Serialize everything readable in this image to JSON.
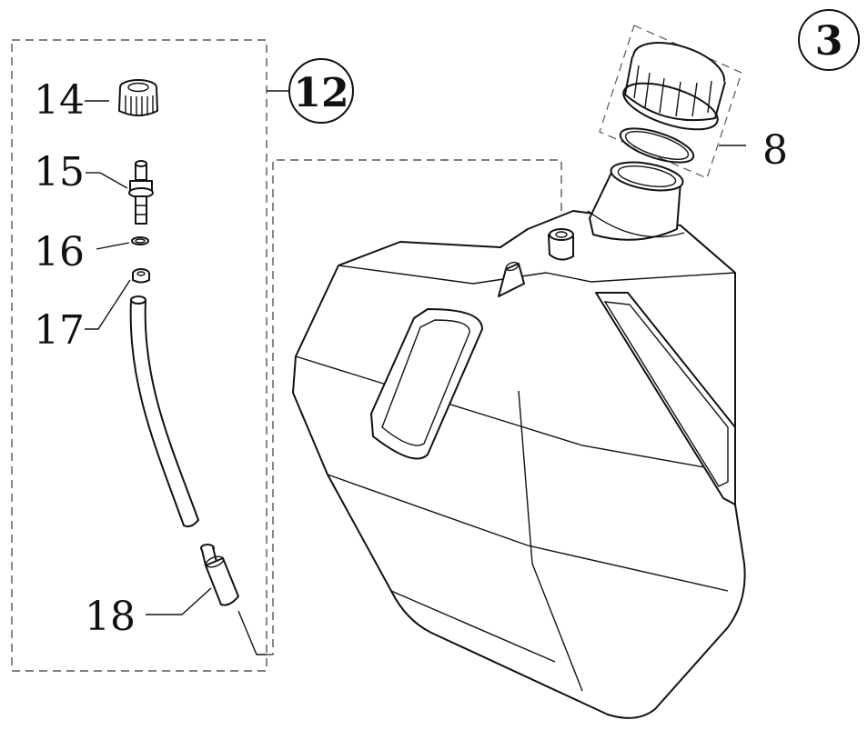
{
  "diagram": {
    "callouts": {
      "part_14": "14",
      "part_15": "15",
      "part_16": "16",
      "part_17": "17",
      "part_18": "18",
      "part_8": "8"
    },
    "badges": {
      "assembly": "12",
      "figure": "3"
    }
  }
}
